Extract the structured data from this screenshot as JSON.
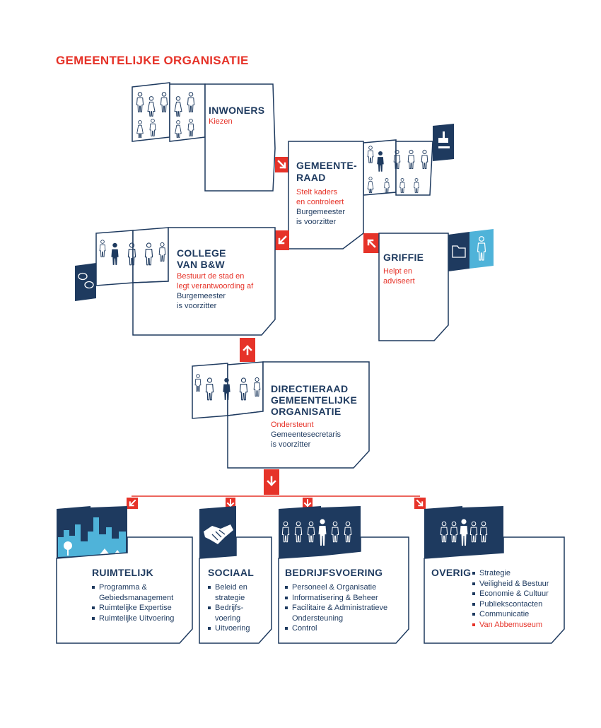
{
  "title": "GEMEENTELIJKE ORGANISATIE",
  "colors": {
    "navy": "#1e3a5f",
    "red": "#e63329",
    "light_blue": "#4fb3d9",
    "pattern_bg": "#ffffff"
  },
  "inwoners": {
    "title": "INWONERS",
    "subtitle": "Kiezen"
  },
  "gemeenteraad": {
    "title_line1": "GEMEENTE-",
    "title_line2": "RAAD",
    "red_line1": "Stelt kaders",
    "red_line2": "en controleert",
    "blue_line1": "Burgemeester",
    "blue_line2": "is voorzitter",
    "badge_icon": "gavel-icon"
  },
  "college": {
    "title_line1": "COLLEGE",
    "title_line2": "VAN B&W",
    "red_line1": "Bestuurt de stad en",
    "red_line2": "legt verantwoording af",
    "blue_line1": "Burgemeester",
    "blue_line2": "is voorzitter",
    "badge_icon": "speech-bubbles-icon"
  },
  "griffie": {
    "title": "GRIFFIE",
    "red_line1": "Helpt en",
    "red_line2": "adviseert",
    "badge_icon": "folder-icon"
  },
  "directieraad": {
    "title_line1": "DIRECTIERAAD",
    "title_line2": "GEMEENTELIJKE",
    "title_line3": "ORGANISATIE",
    "red_line1": "Ondersteunt",
    "blue_line1": "Gemeentesecretaris",
    "blue_line2": "is voorzitter"
  },
  "ruimtelijk": {
    "title": "RUIMTELIJK",
    "items": [
      "Programma &",
      "Gebiedsmanagement",
      "Ruimtelijke Expertise",
      "Ruimtelijke Uitvoering"
    ]
  },
  "sociaal": {
    "title": "SOCIAAL",
    "items": [
      "Beleid en",
      "strategie",
      "Bedrijfs-",
      "voering",
      "Uitvoering"
    ]
  },
  "bedrijfsvoering": {
    "title": "BEDRIJFSVOERING",
    "items": [
      "Personeel & Organisatie",
      "Informatisering & Beheer",
      "Facilitaire & Administratieve",
      "Ondersteuning",
      "Control"
    ]
  },
  "overig": {
    "title": "OVERIG",
    "items": [
      "Strategie",
      "Veiligheid & Bestuur",
      "Economie & Cultuur",
      "Publiekscontacten",
      "Communicatie",
      "Van Abbemuseum"
    ]
  }
}
